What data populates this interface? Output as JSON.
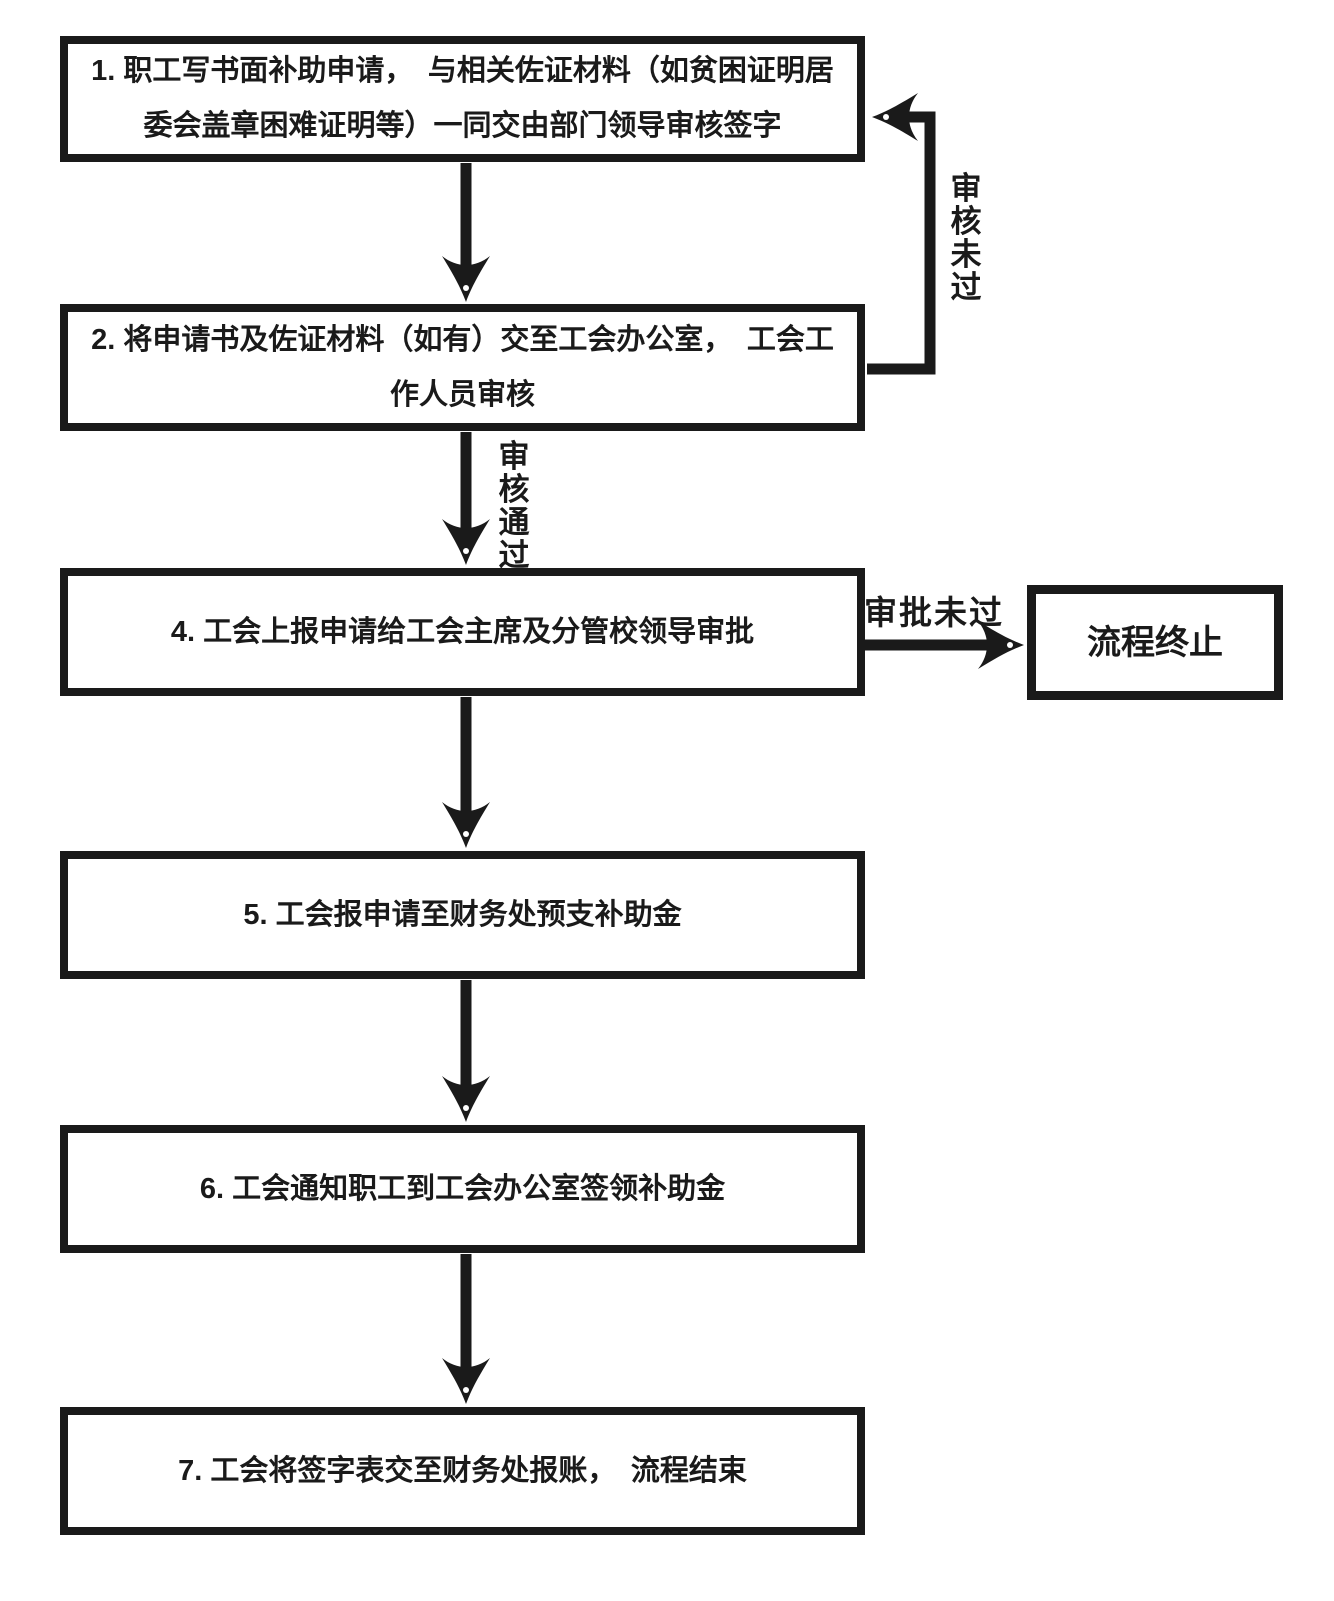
{
  "flowchart": {
    "steps": [
      {
        "id": "1",
        "text": "1. 职工写书面补助申请，　与相关佐证材料（如贫困证明居委会盖章困难证明等）一同交由部门领导审核签字"
      },
      {
        "id": "2",
        "text": "2. 将申请书及佐证材料（如有）交至工会办公室，　工会工作人员审核"
      },
      {
        "id": "4",
        "text": "4. 工会上报申请给工会主席及分管校领导审批"
      },
      {
        "id": "5",
        "text": "5. 工会报申请至财务处预支补助金"
      },
      {
        "id": "6",
        "text": "6. 工会通知职工到工会办公室签领补助金"
      },
      {
        "id": "7",
        "text": "7. 工会将签字表交至财务处报账，　流程结束"
      }
    ],
    "terminal": {
      "text": "流程终止"
    },
    "edge_labels": {
      "review_failed": "审核未过",
      "review_passed": "审核通过",
      "approval_failed": "审批未过"
    },
    "colors": {
      "line": "#1a1a1a",
      "text": "#1a1a1a",
      "background": "#ffffff"
    }
  }
}
